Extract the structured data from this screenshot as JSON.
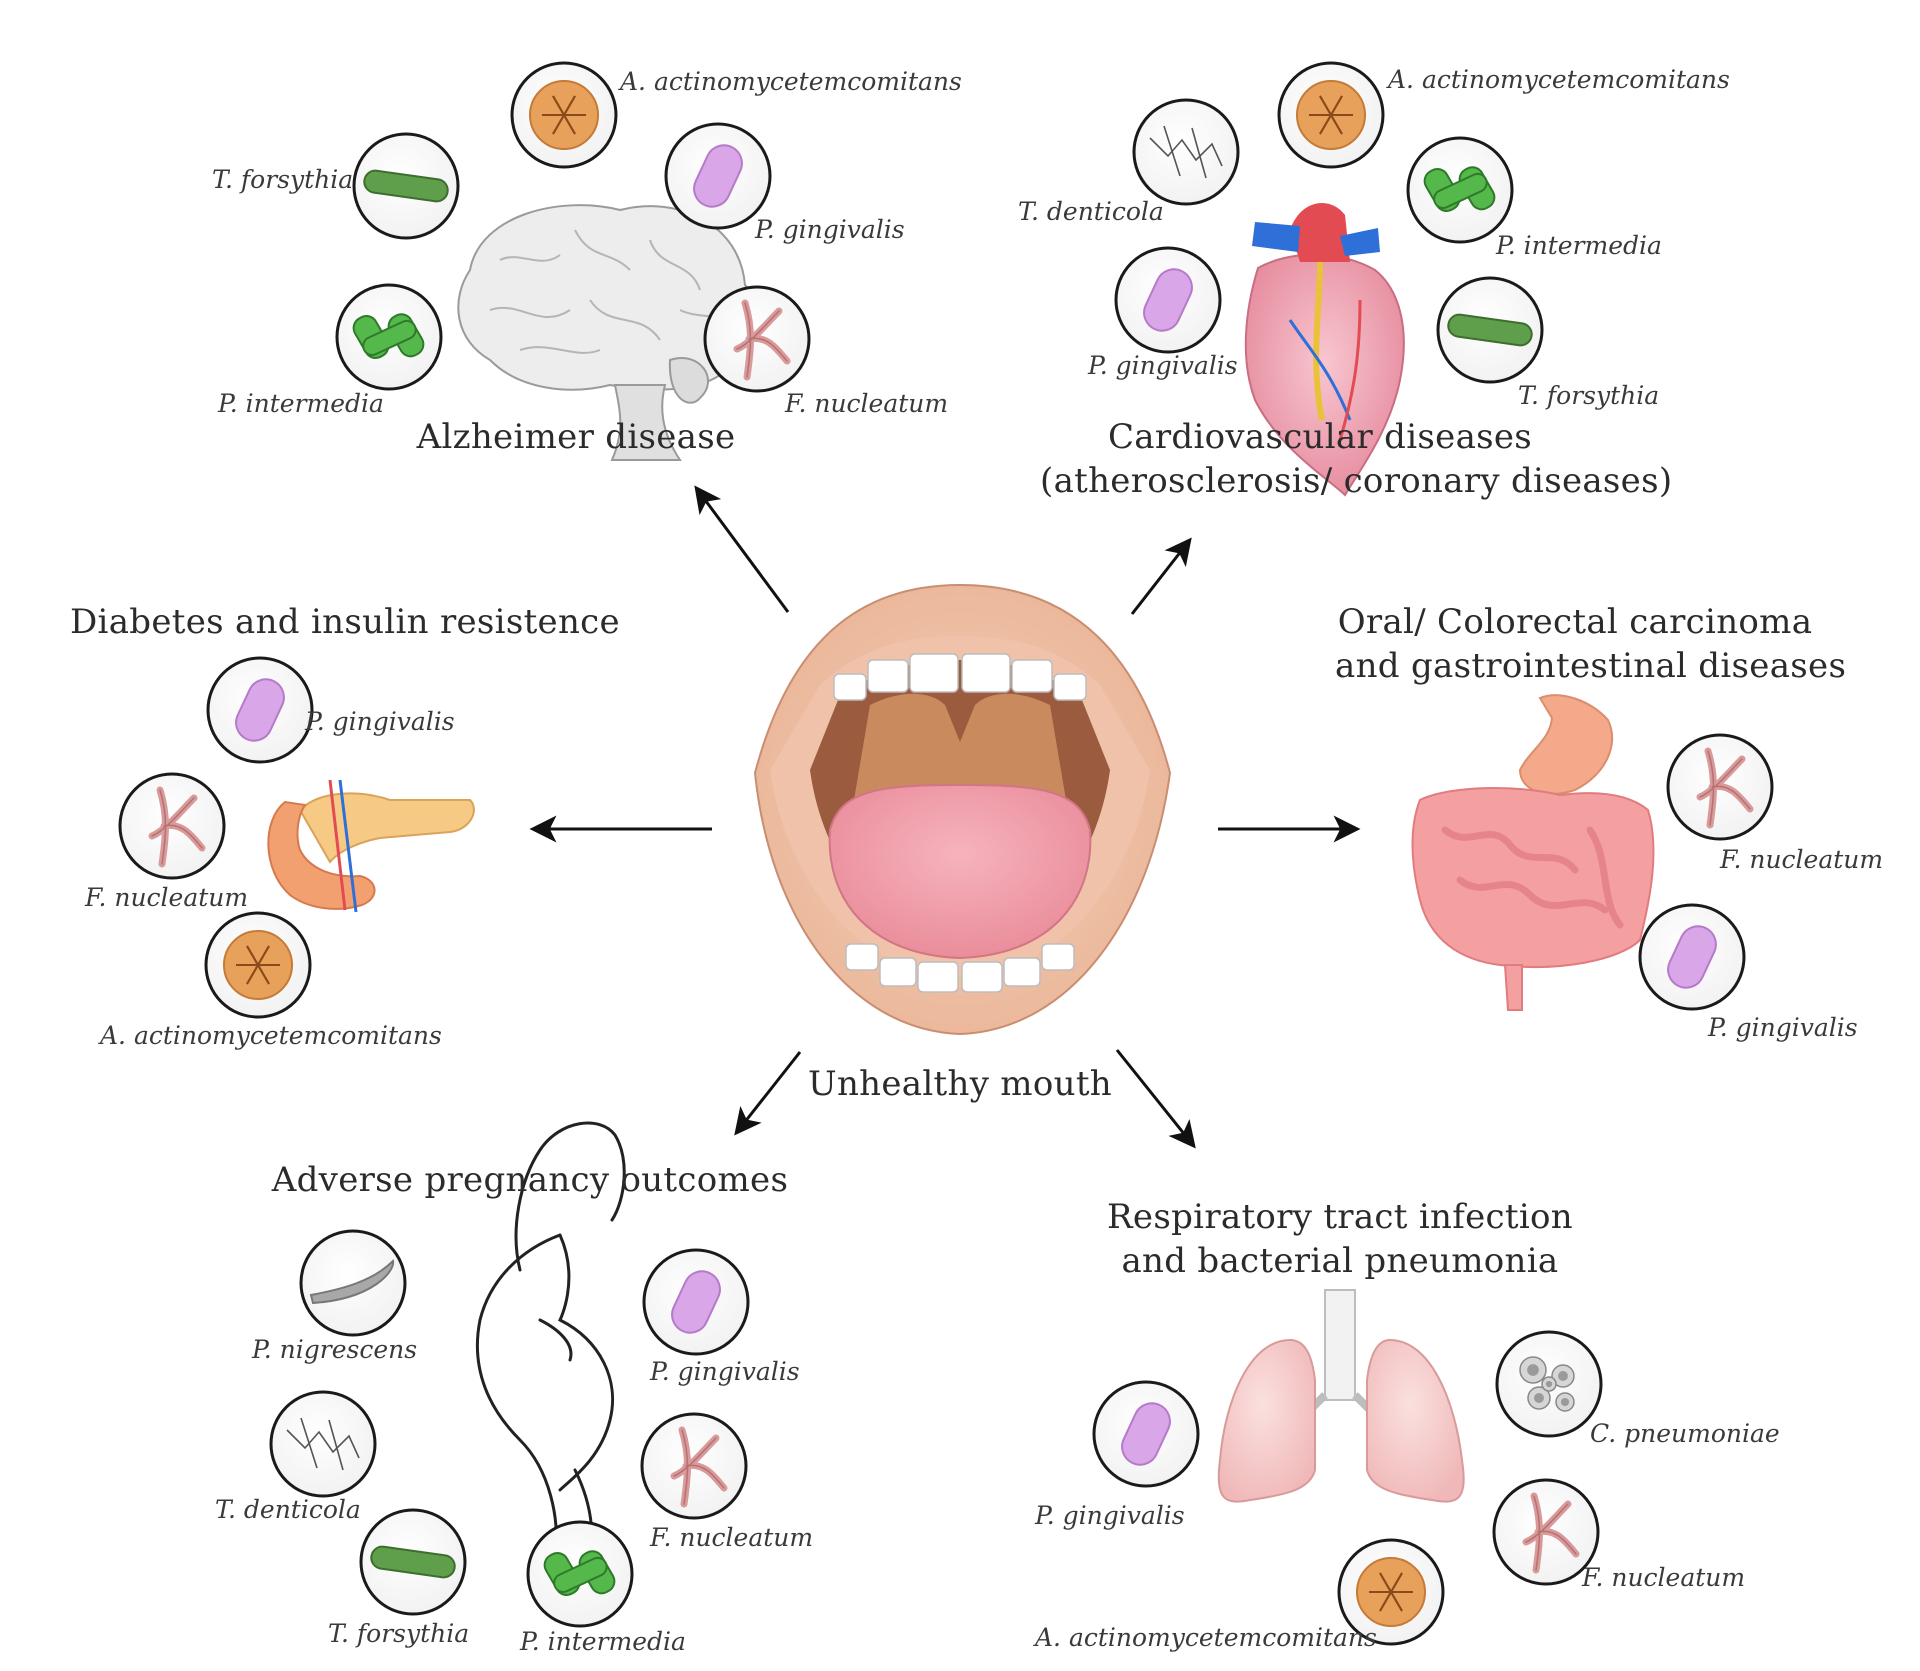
{
  "center": {
    "label": "Unhealthy mouth"
  },
  "colors": {
    "a_actino": "#e8a15a",
    "p_gingivalis": "#d9a6e8",
    "p_intermedia": "#55b84a",
    "t_forsythia": "#5f9e4a",
    "f_nucleatum": "#d89a9a",
    "t_denticola": "#b0b0b0",
    "p_nigrescens": "#a8a8a8",
    "c_pneumoniae": "#d6d6d6",
    "arrow": "#111111"
  },
  "diseases": [
    {
      "id": "alzheimer",
      "title": [
        "Alzheimer disease"
      ],
      "organ": "brain-illustration",
      "bacteria": [
        {
          "kind": "a_actino",
          "label": "A. actinomycetemcomitans"
        },
        {
          "kind": "t_forsythia",
          "label": "T. forsythia"
        },
        {
          "kind": "p_gingivalis",
          "label": "P. gingivalis"
        },
        {
          "kind": "p_intermedia",
          "label": "P. intermedia"
        },
        {
          "kind": "f_nucleatum",
          "label": "F. nucleatum"
        }
      ]
    },
    {
      "id": "cardio",
      "title": [
        "Cardiovascular diseases",
        "(atherosclerosis/ coronary diseases)"
      ],
      "organ": "heart-illustration",
      "bacteria": [
        {
          "kind": "t_denticola",
          "label": "T. denticola"
        },
        {
          "kind": "a_actino",
          "label": "A. actinomycetemcomitans"
        },
        {
          "kind": "p_intermedia",
          "label": "P. intermedia"
        },
        {
          "kind": "p_gingivalis",
          "label": "P. gingivalis"
        },
        {
          "kind": "t_forsythia",
          "label": "T. forsythia"
        }
      ]
    },
    {
      "id": "diabetes",
      "title": [
        "Diabetes and insulin resistence"
      ],
      "organ": "pancreas-illustration",
      "bacteria": [
        {
          "kind": "p_gingivalis",
          "label": "P. gingivalis"
        },
        {
          "kind": "f_nucleatum",
          "label": "F. nucleatum"
        },
        {
          "kind": "a_actino",
          "label": "A. actinomycetemcomitans"
        }
      ]
    },
    {
      "id": "gastro",
      "title": [
        "Oral/ Colorectal carcinoma",
        "and gastrointestinal diseases"
      ],
      "organ": "intestine-illustration",
      "bacteria": [
        {
          "kind": "f_nucleatum",
          "label": "F. nucleatum"
        },
        {
          "kind": "p_gingivalis",
          "label": "P. gingivalis"
        }
      ]
    },
    {
      "id": "pregnancy",
      "title": [
        "Adverse pregnancy outcomes"
      ],
      "organ": "pregnant-woman-illustration",
      "bacteria": [
        {
          "kind": "p_nigrescens",
          "label": "P. nigrescens"
        },
        {
          "kind": "p_gingivalis",
          "label": "P. gingivalis"
        },
        {
          "kind": "t_denticola",
          "label": "T. denticola"
        },
        {
          "kind": "f_nucleatum",
          "label": "F. nucleatum"
        },
        {
          "kind": "t_forsythia",
          "label": "T. forsythia"
        },
        {
          "kind": "p_intermedia",
          "label": "P. intermedia"
        }
      ]
    },
    {
      "id": "respiratory",
      "title": [
        "Respiratory tract infection",
        "and bacterial pneumonia"
      ],
      "organ": "lungs-illustration",
      "bacteria": [
        {
          "kind": "c_pneumoniae",
          "label": "C. pneumoniae"
        },
        {
          "kind": "p_gingivalis",
          "label": "P. gingivalis"
        },
        {
          "kind": "f_nucleatum",
          "label": "F. nucleatum"
        },
        {
          "kind": "a_actino",
          "label": "A. actinomycetemcomitans"
        }
      ]
    }
  ]
}
